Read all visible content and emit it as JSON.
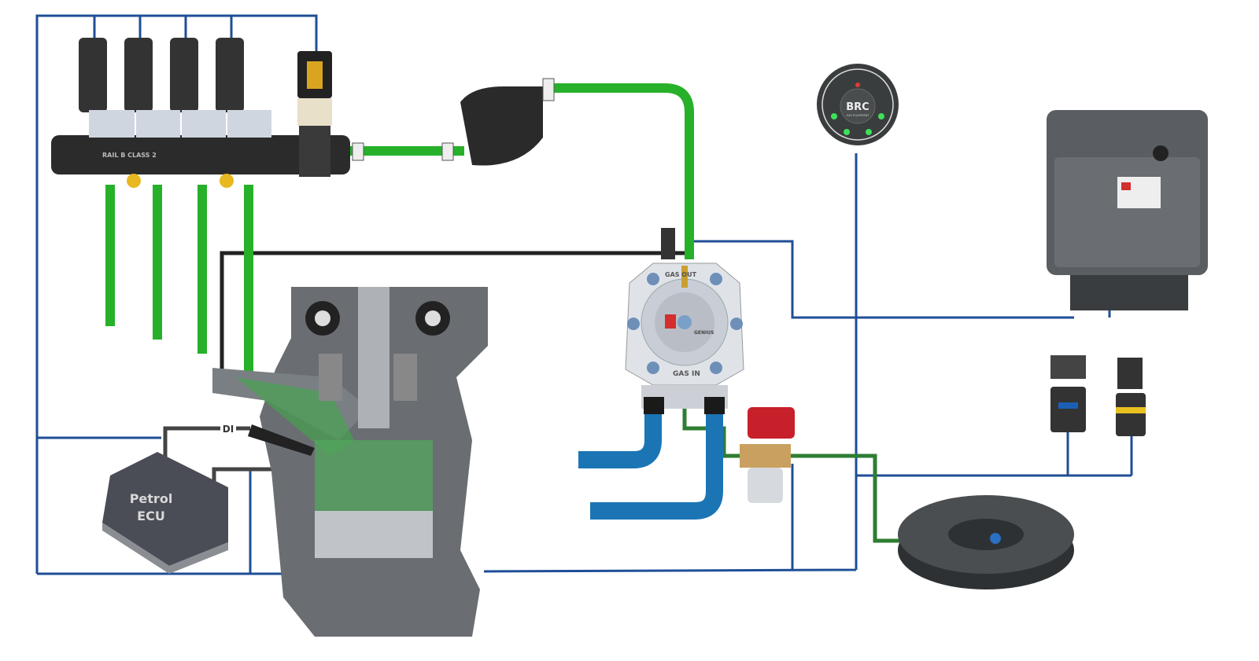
{
  "labels": {
    "di": "DI",
    "petrol_ecu_line1": "Petrol",
    "petrol_ecu_line2": "ECU",
    "switch_brand": "BRC",
    "switch_sub": "GAS EQUIPMENT",
    "reducer_gas_out": "GAS OUT",
    "reducer_gas_in": "GAS IN",
    "reducer_model": "GENIUS",
    "rail_label": "RAIL B CLASS 2"
  },
  "colors": {
    "wire": "#1f4e96",
    "gas_pipe": "#27b02a",
    "water_hose": "#1b75b5",
    "brand_red": "#d32f2f"
  }
}
